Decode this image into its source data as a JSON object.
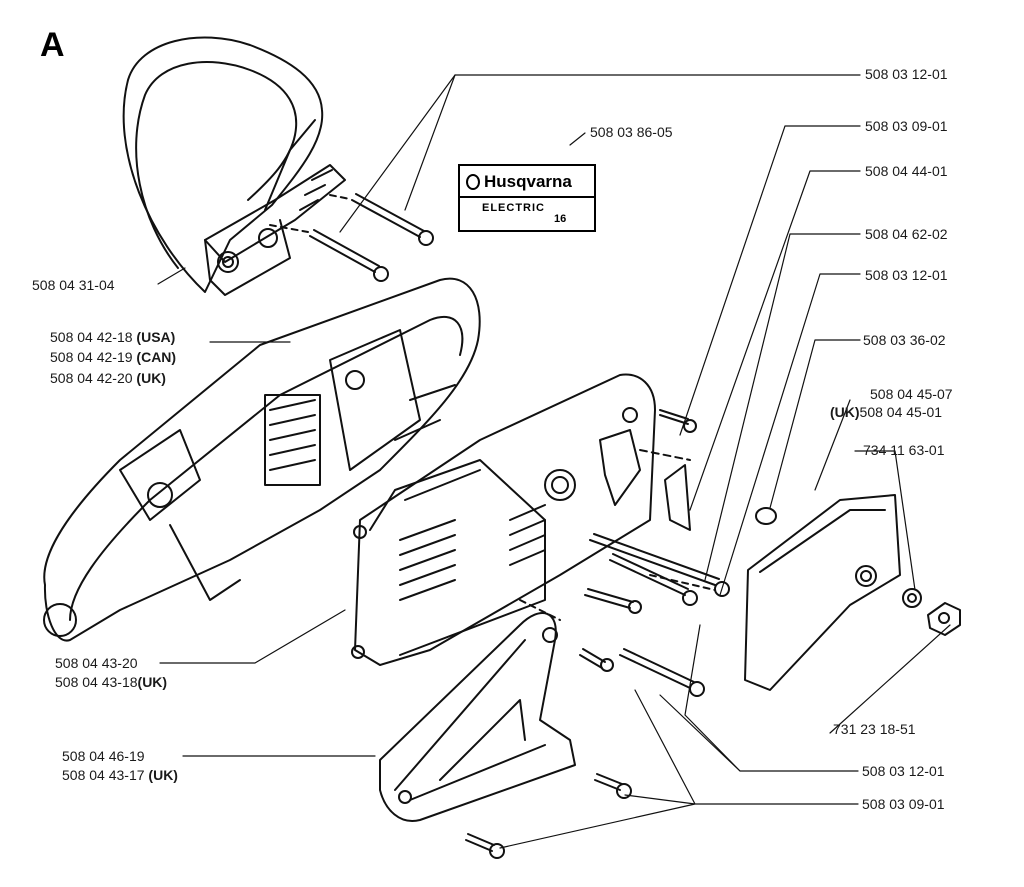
{
  "diagram": {
    "section_letter": "A",
    "decal": {
      "brand": "Husqvarna",
      "line1": "ELECTRIC",
      "line2": "16"
    },
    "labels": {
      "l1": "508 03 12-01",
      "l2": "508 03 86-05",
      "l3": "508 03 09-01",
      "l4": "508 04 44-01",
      "l5": "508 04 62-02",
      "l6": "508 03 12-01",
      "l7": "508 03 36-02",
      "l8": "508 04 45-07",
      "l9a": "(UK)",
      "l9b": "508 04 45-01",
      "l10": "734 11 63-01",
      "l11": "508 04 31-04",
      "l12a": "508 04 42-18",
      "l12b": "(USA)",
      "l13a": "508 04 42-19",
      "l13b": "(CAN)",
      "l14a": "508 04 42-20",
      "l14b": "(UK)",
      "l15": "508 04 43-20",
      "l16a": "508 04 43-18",
      "l16b": "(UK)",
      "l17": "508 04 46-19",
      "l18a": "508 04 43-17",
      "l18b": "(UK)",
      "l19": "731 23 18-51",
      "l20": "508 03 12-01",
      "l21": "508 03 09-01"
    }
  }
}
